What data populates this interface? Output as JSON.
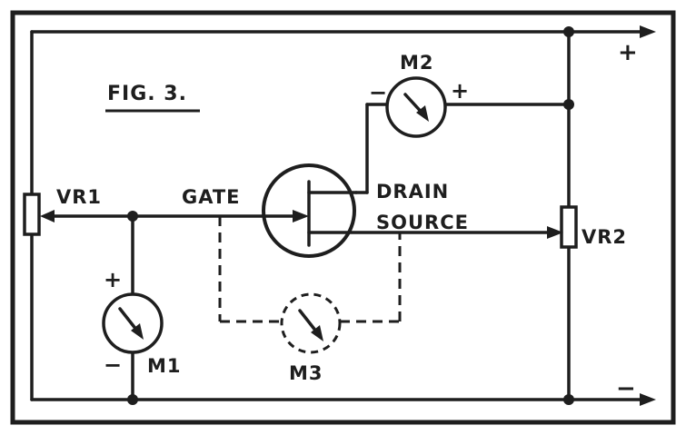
{
  "figure": {
    "title": "FIG. 3.",
    "polarity": {
      "positive": "+",
      "negative": "−"
    }
  },
  "components": {
    "vr1": "VR1",
    "vr2": "VR2",
    "m1": "M1",
    "m2": "M2",
    "m3": "M3"
  },
  "terminals": {
    "gate": "GATE",
    "drain": "DRAIN",
    "source": "SOURCE"
  },
  "meter_signs": {
    "m1_plus": "+",
    "m1_minus": "−",
    "m2_plus": "+",
    "m2_minus": "−"
  }
}
